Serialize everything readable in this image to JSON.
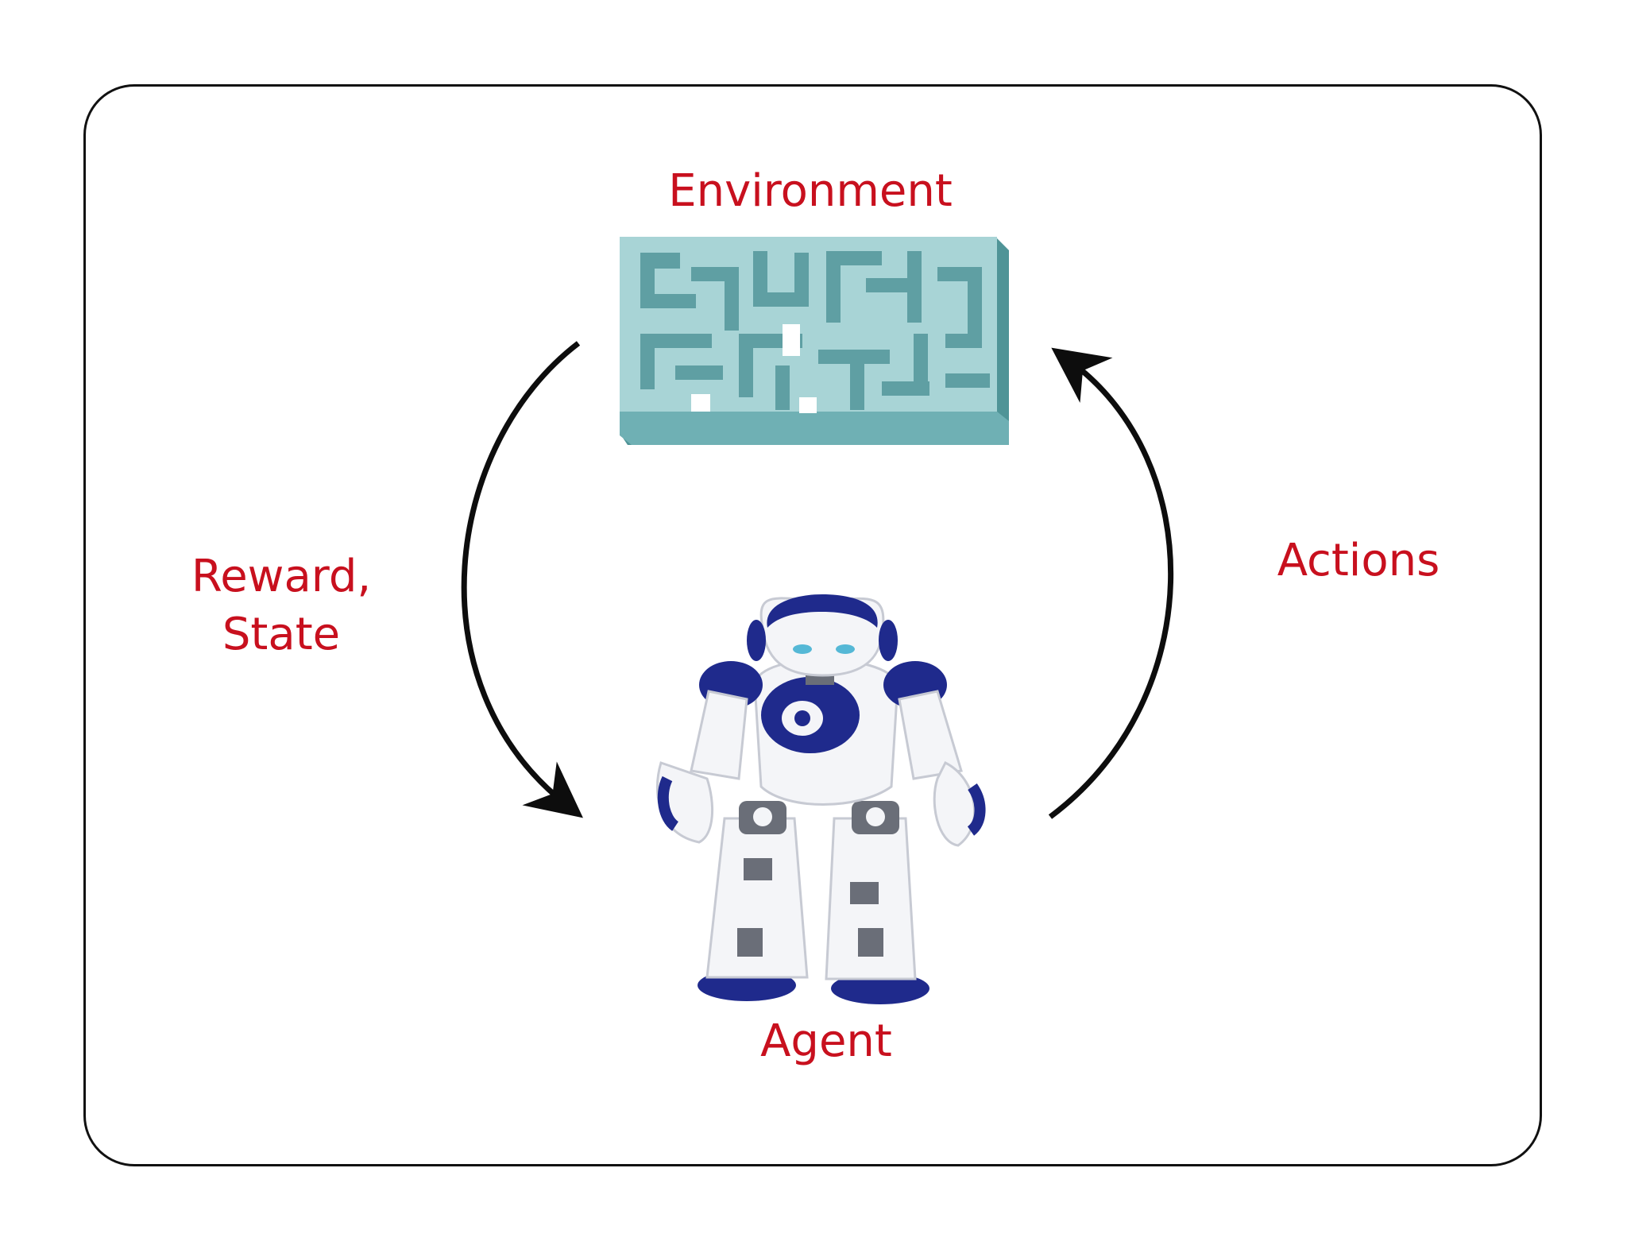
{
  "diagram": {
    "environment_label": "Environment",
    "reward_label_line1": "Reward,",
    "reward_label_line2": "State",
    "actions_label": "Actions",
    "agent_label": "Agent"
  },
  "colors": {
    "label_text": "#c8101e",
    "arrow": "#0d0d0d",
    "maze_top": "#a8d4d6",
    "maze_side": "#6fb0b4",
    "maze_shadow": "#4f9497",
    "robot_white": "#f4f5f8",
    "robot_blue": "#1f2a8c",
    "robot_grey": "#6a6e78"
  },
  "icons": {
    "environment": "maze-icon",
    "agent": "robot-icon"
  }
}
